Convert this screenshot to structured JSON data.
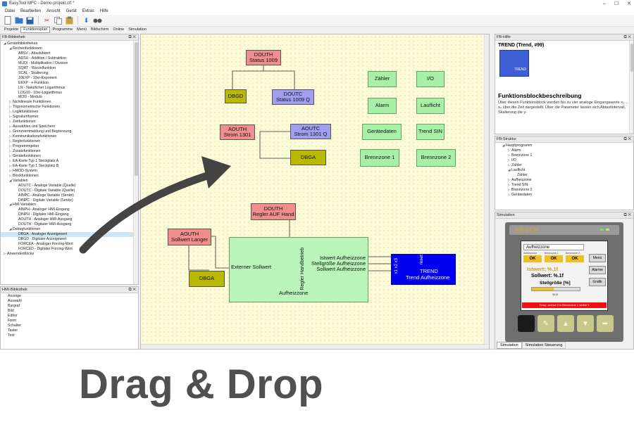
{
  "window": {
    "title": "EasyTool MFC - Demo-projekt.ctf *",
    "controls": [
      "–",
      "☐",
      "✕"
    ]
  },
  "menu": [
    "Datei",
    "Bearbeiten",
    "Ansicht",
    "Gerät",
    "Extras",
    "Hilfe"
  ],
  "tabs": [
    "Projekte",
    "Funktionsplan",
    "Programme",
    "Menü",
    "Bildschirm",
    "Online",
    "Simulation"
  ],
  "fb_library": {
    "title": "FB-Bibliothek",
    "items": [
      {
        "t": "Gerätebibliotheken",
        "lvl": 0,
        "exp": true
      },
      {
        "t": "Rechenfunktionen",
        "lvl": 1,
        "exp": true
      },
      {
        "t": "ABSV - Absolutwert",
        "lvl": 2
      },
      {
        "t": "ADSU - Addition / Subtraktion",
        "lvl": 2
      },
      {
        "t": "MUDI - Multiplikation / Division",
        "lvl": 2
      },
      {
        "t": "SQRT - Wurzelfunktion",
        "lvl": 2
      },
      {
        "t": "SCAL - Skalierung",
        "lvl": 2
      },
      {
        "t": "10EXP - 10er-Exponent",
        "lvl": 2
      },
      {
        "t": "EEXP - e-Funktion",
        "lvl": 2
      },
      {
        "t": "LN - Natürlicher Logarithmus",
        "lvl": 2
      },
      {
        "t": "LOG10 - 10er-Logarithmus",
        "lvl": 2
      },
      {
        "t": "MOD - Modulo",
        "lvl": 2
      },
      {
        "t": "Nichtlineare Funktionen",
        "lvl": 1
      },
      {
        "t": "Trigonometrische Funktionen",
        "lvl": 1
      },
      {
        "t": "Logikfunktionen",
        "lvl": 1
      },
      {
        "t": "Signalumformer",
        "lvl": 1
      },
      {
        "t": "Zeitfunktionen",
        "lvl": 1
      },
      {
        "t": "Auswählen und Speichern",
        "lvl": 1
      },
      {
        "t": "Grenzwertmeldung und Begrenzung",
        "lvl": 1
      },
      {
        "t": "Kommunikationsfunktionen",
        "lvl": 1
      },
      {
        "t": "Reglerfunktionen",
        "lvl": 1
      },
      {
        "t": "Programmgeber",
        "lvl": 1
      },
      {
        "t": "Zusatzfunktionen",
        "lvl": 1
      },
      {
        "t": "Gerätefunktionen",
        "lvl": 1
      },
      {
        "t": "EA-Karte Typ 1 Steckplatz A",
        "lvl": 1
      },
      {
        "t": "EA-Karte Typ 1 Steckplatz B",
        "lvl": 1
      },
      {
        "t": "HMOD-System",
        "lvl": 1
      },
      {
        "t": "Blockfunktionen",
        "lvl": 1
      },
      {
        "t": "Variablen",
        "lvl": 1,
        "exp": true
      },
      {
        "t": "AOUTC - Analoge Variable (Quelle)",
        "lvl": 2
      },
      {
        "t": "DOUTC - Digitale Variable (Quelle)",
        "lvl": 2
      },
      {
        "t": "AINPC - Analoge Variable (Senke)",
        "lvl": 2
      },
      {
        "t": "DINPC - Digitale Variable (Senke)",
        "lvl": 2
      },
      {
        "t": "HMI-Variablen",
        "lvl": 1,
        "exp": true
      },
      {
        "t": "AINPH - Analoger HMI-Eingang",
        "lvl": 2
      },
      {
        "t": "DINPH - Digitaler HMI-Eingang",
        "lvl": 2
      },
      {
        "t": "AOUTH - Analoger HMI-Ausgang",
        "lvl": 2
      },
      {
        "t": "DOUTH - Digitaler HMI-Ausgang",
        "lvl": 2
      },
      {
        "t": "Debugfunktionen",
        "lvl": 1,
        "exp": true
      },
      {
        "t": "DBGA - Analoger Anzeigewert",
        "lvl": 2,
        "sel": true
      },
      {
        "t": "DBGD - Digitaler Anzeigewert",
        "lvl": 2
      },
      {
        "t": "FORCEA - Analoger Forcing-Wert",
        "lvl": 2
      },
      {
        "t": "FORCED - Digitaler Forcing-Wert",
        "lvl": 2
      },
      {
        "t": "Anwenderblöcke",
        "lvl": 0
      }
    ]
  },
  "hmi_library": {
    "title": "HMI-Bibliothek",
    "items": [
      "Anzeige",
      "Auswahl",
      "Bargraf",
      "Bild",
      "Editor",
      "Form",
      "Schalter",
      "Taster",
      "Text"
    ]
  },
  "canvas": {
    "blocks": {
      "douth_status": [
        "DOUTH",
        "Status  1009"
      ],
      "dbgd": [
        "DBGD"
      ],
      "doutc_status": [
        "DOUTC",
        "Status  1009  Q"
      ],
      "aouth_strom": [
        "AOUTH",
        "Strom  1301"
      ],
      "aoutc_strom": [
        "AOUTC",
        "Strom  1301  Q"
      ],
      "dbga_1": [
        "DBGA"
      ],
      "douth_regler": [
        "DOUTH",
        "Regler AUF Hand"
      ],
      "aouth_sollwert": [
        "AOUTH",
        "Sollwert Langer"
      ],
      "dbga_2": [
        "DBGA"
      ],
      "zaehler": [
        "Zähler"
      ],
      "io": [
        "I/O"
      ],
      "alarm": [
        "Alarm"
      ],
      "lauflicht": [
        "Lauflicht"
      ],
      "geraetedaten": [
        "Gerätedaten"
      ],
      "trend_sin": [
        "Trend SIN"
      ],
      "brennzone1": [
        "Brennzone 1"
      ],
      "brennzone2": [
        "Brennzone 2"
      ]
    },
    "aufheizzone": {
      "input": "Externer Sollwert",
      "vertical": "Regler Handbetrieb",
      "outputs": [
        "Istwert Aufheizzone",
        "Stellgröße Aufheizzone",
        "Sollwert Aufheizzone"
      ],
      "name": "Aufheizzone"
    },
    "trend_block": {
      "reset": "reset",
      "title": "TREND",
      "name": "Trend Aufheizzone"
    }
  },
  "fb_help": {
    "title": "FB-Hilfe",
    "block_title": "TREND (Trend, #99)",
    "icon_label": "TREND",
    "heading": "Funktionsblockbeschreibung",
    "text": "Über diesen Funktionsblock werden bis zu vier analoge Eingangswerte x₁ ... x₄ über die Zeit dargestellt. Über die Parameter lassen sich Abtastintervall, Skalierung die y-"
  },
  "fb_structure": {
    "title": "FB-Struktur",
    "items": [
      {
        "t": "Hauptprogramm",
        "lvl": 0,
        "exp": true
      },
      {
        "t": "Alarm",
        "lvl": 1
      },
      {
        "t": "Brennzone 1",
        "lvl": 1
      },
      {
        "t": "I/O",
        "lvl": 1
      },
      {
        "t": "Zähler",
        "lvl": 1
      },
      {
        "t": "Lauflicht",
        "lvl": 1,
        "exp": true
      },
      {
        "t": "Zähler",
        "lvl": 2
      },
      {
        "t": "Aufheizzone",
        "lvl": 1
      },
      {
        "t": "Trend SIN",
        "lvl": 1
      },
      {
        "t": "Brennzone 2",
        "lvl": 1
      },
      {
        "t": "Gerätedaten",
        "lvl": 1
      }
    ]
  },
  "simulation": {
    "title": "Simulation",
    "brand": "HESCH",
    "screen_title": "Aufheizzone",
    "col_labels": [
      "Aufheizzone",
      "Brennzone 1",
      "Brennzone 2"
    ],
    "ok": "OK",
    "istwert": "Istwert: %.1f",
    "sollwert": "Sollwert: %.1f",
    "stellgroesse": "Stellgröße [%]",
    "bar_value": "%.1f",
    "side_buttons": [
      "Menü",
      "Alarme",
      "Grafik"
    ],
    "alarm_bar": "Temp.-sensor 2 in Brennzone 1 defekt 1",
    "bottom_tabs": [
      "Simulation",
      "Simulation Steuerung"
    ]
  },
  "overlay_text": "Drag & Drop"
}
